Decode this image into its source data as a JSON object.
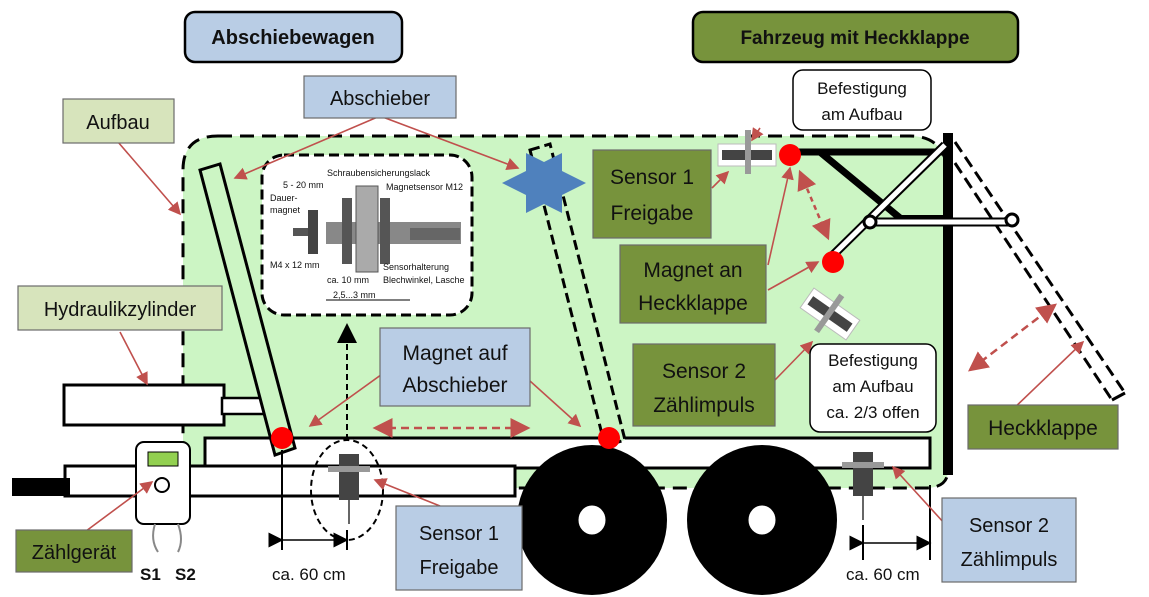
{
  "titles": {
    "left": "Abschiebewagen",
    "right": "Fahrzeug mit Heckklappe"
  },
  "labels": {
    "aufbau": "Aufbau",
    "abschieber": "Abschieber",
    "hydraulik": "Hydraulikzylinder",
    "magnet_abschieber": [
      "Magnet auf",
      "Abschieber"
    ],
    "sensor1_freigabe_top": [
      "Sensor 1",
      "Freigabe"
    ],
    "magnet_heckklappe": [
      "Magnet an",
      "Heckklappe"
    ],
    "sensor2_zaehl_mid": [
      "Sensor 2",
      "Zählimpuls"
    ],
    "befestigung_top": [
      "Befestigung",
      "am Aufbau"
    ],
    "befestigung_mid": [
      "Befestigung",
      "am Aufbau",
      "ca. 2/3 offen"
    ],
    "heckklappe": "Heckklappe",
    "zaehlgeraet": "Zählgerät",
    "sensor1_freigabe_bottom": [
      "Sensor 1",
      "Freigabe"
    ],
    "sensor2_zaehl_bottom": [
      "Sensor 2",
      "Zählimpuls"
    ],
    "s1": "S1",
    "s2": "S2",
    "dist_left": "ca. 60 cm",
    "dist_right": "ca. 60 cm"
  },
  "detail": {
    "schraube": "Schraubensicherungslack",
    "range_5_20": "5 - 20 mm",
    "magnetsensor": "Magnetsensor M12",
    "dauermagnet": [
      "Dauer-",
      "magnet"
    ],
    "m4": "M4 x 12 mm",
    "halterung": [
      "Sensorhalterung",
      "Blechwinkel, Lasche"
    ],
    "ca10": "ca. 10 mm",
    "gap": "2,5...3 mm"
  },
  "colors": {
    "blue_box": "#b9cde5",
    "green_light_box": "#d7e4bc",
    "green_dark_box": "#77933c",
    "body_fill": "#ccf5c4",
    "magnet_red": "#ff0000",
    "arrow_red": "#c0504d",
    "arrow_blue": "#4f81bd"
  }
}
